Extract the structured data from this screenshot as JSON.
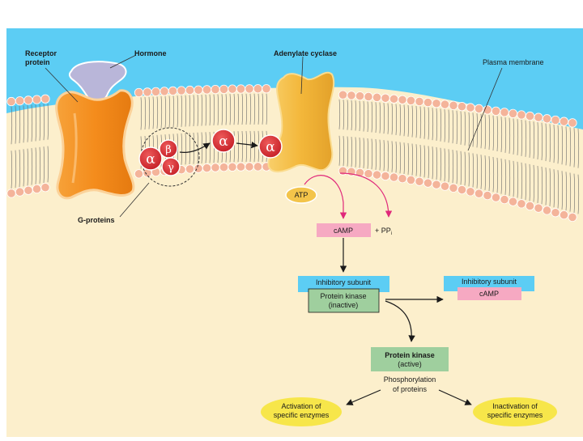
{
  "labels": {
    "receptor_protein_line1": "Receptor",
    "receptor_protein_line2": "protein",
    "hormone": "Hormone",
    "adenylate_cyclase": "Adenylate cyclase",
    "plasma_membrane": "Plasma membrane",
    "g_proteins": "G-proteins"
  },
  "subunits": {
    "alpha": "α",
    "beta": "β",
    "gamma": "γ"
  },
  "molecules": {
    "atp": "ATP",
    "camp": "cAMP",
    "ppi_prefix": "+ PP",
    "ppi_sub": "i"
  },
  "inactive_complex": {
    "inhibitory_subunit": "Inhibitory subunit",
    "kinase_line1": "Protein kinase",
    "kinase_line2": "(inactive)"
  },
  "released_complex": {
    "inhibitory_subunit": "Inhibitory subunit",
    "camp": "cAMP"
  },
  "active_kinase": {
    "line1": "Protein kinase",
    "line2": "(active)"
  },
  "phosphorylation": {
    "line1": "Phosphorylation",
    "line2": "of proteins"
  },
  "outcomes": {
    "activation_line1": "Activation of",
    "activation_line2": "specific enzymes",
    "inactivation_line1": "Inactivation of",
    "inactivation_line2": "specific enzymes"
  },
  "colors": {
    "extracellular": "#5ccdf4",
    "cytoplasm": "#fcefcc",
    "lipid_head": "#f4b49a",
    "receptor": "#f48c1c",
    "hormone": "#b9b6d9",
    "cyclase": "#f3b73a",
    "g_protein": "#d8272e",
    "camp_box": "#f6a9c2",
    "inhibitory_box": "#5ccdf4",
    "kinase_box": "#9fcf9e",
    "enzyme_ellipse": "#f7e64a",
    "arrow_magenta": "#e0287a"
  }
}
